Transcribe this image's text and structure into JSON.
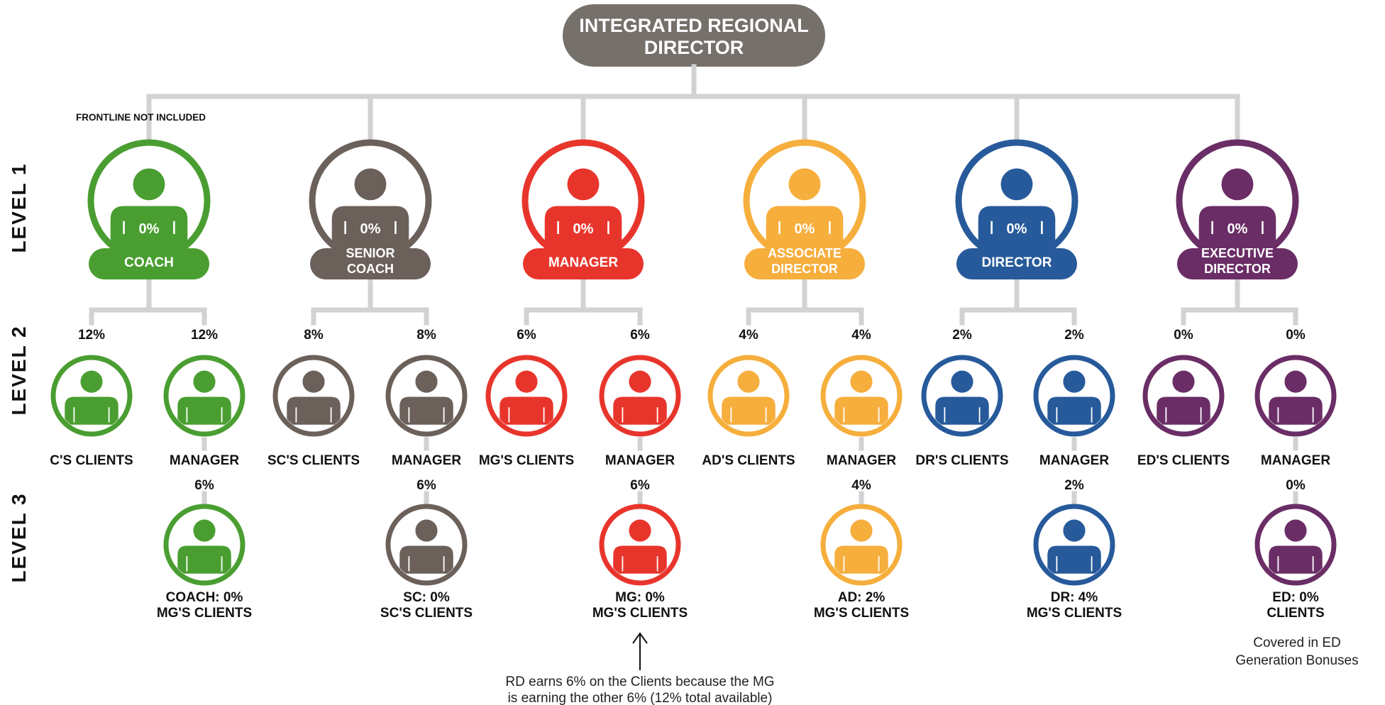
{
  "top": {
    "label_line1": "INTEGRATED REGIONAL",
    "label_line2": "DIRECTOR"
  },
  "frontline_note": "FRONTLINE NOT INCLUDED",
  "level_labels": [
    "LEVEL 1",
    "LEVEL 2",
    "LEVEL 3"
  ],
  "colors": {
    "coach": "#4a9e31",
    "senior_coach": "#6b605a",
    "manager": "#e8352c",
    "associate_director": "#f6ae3c",
    "director": "#275a9b",
    "executive_director": "#6a2d66",
    "connector": "#d2d2d2",
    "top_box": "#76706b"
  },
  "groups": [
    {
      "key": "coach",
      "icon": "person-icon",
      "level1": {
        "percent": "0%",
        "name": [
          "COACH"
        ]
      },
      "level2": [
        {
          "percent": "12%",
          "caption": "C'S CLIENTS"
        },
        {
          "percent": "12%",
          "caption": "MANAGER"
        }
      ],
      "level3": {
        "percent": "6%",
        "caption": [
          "COACH: 0%",
          "MG'S CLIENTS"
        ]
      }
    },
    {
      "key": "senior_coach",
      "icon": "person-icon",
      "level1": {
        "percent": "0%",
        "name": [
          "SENIOR",
          "COACH"
        ]
      },
      "level2": [
        {
          "percent": "8%",
          "caption": "SC'S CLIENTS"
        },
        {
          "percent": "8%",
          "caption": "MANAGER"
        }
      ],
      "level3": {
        "percent": "6%",
        "caption": [
          "SC: 0%",
          "SC'S CLIENTS"
        ]
      }
    },
    {
      "key": "manager",
      "icon": "person-icon",
      "level1": {
        "percent": "0%",
        "name": [
          "MANAGER"
        ]
      },
      "level2": [
        {
          "percent": "6%",
          "caption": "MG'S CLIENTS"
        },
        {
          "percent": "6%",
          "caption": "MANAGER"
        }
      ],
      "level3": {
        "percent": "6%",
        "caption": [
          "MG: 0%",
          "MG'S CLIENTS"
        ]
      }
    },
    {
      "key": "associate_director",
      "icon": "person-icon",
      "level1": {
        "percent": "0%",
        "name": [
          "ASSOCIATE",
          "DIRECTOR"
        ]
      },
      "level2": [
        {
          "percent": "4%",
          "caption": "AD'S CLIENTS"
        },
        {
          "percent": "4%",
          "caption": "MANAGER"
        }
      ],
      "level3": {
        "percent": "4%",
        "caption": [
          "AD: 2%",
          "MG'S CLIENTS"
        ]
      }
    },
    {
      "key": "director",
      "icon": "person-icon",
      "level1": {
        "percent": "0%",
        "name": [
          "DIRECTOR"
        ]
      },
      "level2": [
        {
          "percent": "2%",
          "caption": "DR'S CLIENTS"
        },
        {
          "percent": "2%",
          "caption": "MANAGER"
        }
      ],
      "level3": {
        "percent": "2%",
        "caption": [
          "DR: 4%",
          "MG'S CLIENTS"
        ]
      }
    },
    {
      "key": "executive_director",
      "icon": "person-icon",
      "level1": {
        "percent": "0%",
        "name": [
          "EXECUTIVE",
          "DIRECTOR"
        ]
      },
      "level2": [
        {
          "percent": "0%",
          "caption": "ED'S CLIENTS"
        },
        {
          "percent": "0%",
          "caption": "MANAGER"
        }
      ],
      "level3": {
        "percent": "0%",
        "caption": [
          "ED: 0%",
          "CLIENTS"
        ]
      }
    }
  ],
  "notes": {
    "ed_note": [
      "Covered in ED",
      "Generation Bonuses"
    ],
    "rd_note": [
      "RD earns 6% on the Clients because the MG",
      "is earning the other 6% (12% total available)"
    ],
    "arrow_icon": "up-arrow-icon"
  }
}
